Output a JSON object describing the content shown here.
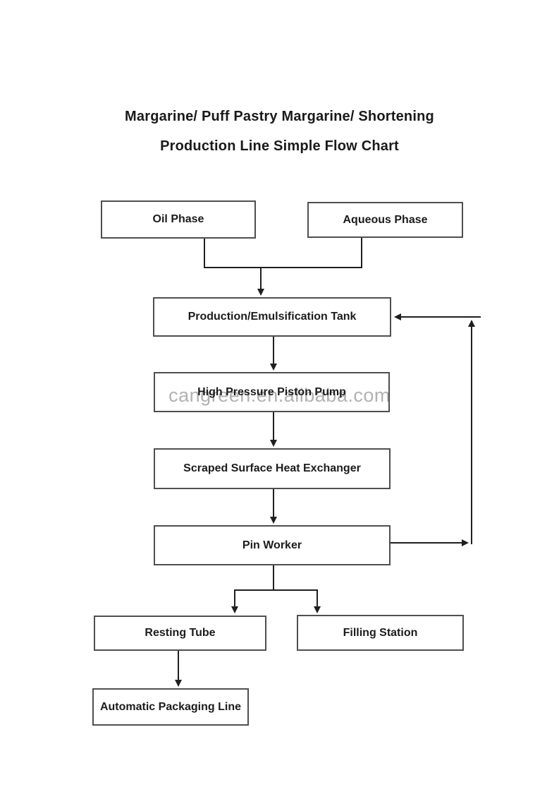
{
  "title": {
    "line1": "Margarine/ Puff Pastry Margarine/ Shortening",
    "line2": "Production Line Simple Flow Chart"
  },
  "watermark": {
    "text": "cangreen.en.alibaba.com"
  },
  "nodes": [
    {
      "id": "oil-phase",
      "label": "Oil Phase"
    },
    {
      "id": "aqueous-phase",
      "label": "Aqueous Phase"
    },
    {
      "id": "production-emulsification-tank",
      "label": "Production/Emulsification Tank"
    },
    {
      "id": "high-pressure-piston-pump",
      "label": "High Pressure Piston Pump"
    },
    {
      "id": "scraped-surface-heat-exchanger",
      "label": "Scraped Surface Heat Exchanger"
    },
    {
      "id": "pin-worker",
      "label": "Pin Worker"
    },
    {
      "id": "resting-tube",
      "label": "Resting Tube"
    },
    {
      "id": "filling-station",
      "label": "Filling Station"
    },
    {
      "id": "automatic-packaging-line",
      "label": "Automatic Packaging Line"
    }
  ],
  "edges": [
    {
      "from": "oil-phase",
      "to": "production-emulsification-tank",
      "arrow": true
    },
    {
      "from": "aqueous-phase",
      "to": "production-emulsification-tank",
      "arrow": true
    },
    {
      "from": "production-emulsification-tank",
      "to": "high-pressure-piston-pump",
      "arrow": true
    },
    {
      "from": "high-pressure-piston-pump",
      "to": "scraped-surface-heat-exchanger",
      "arrow": true
    },
    {
      "from": "scraped-surface-heat-exchanger",
      "to": "pin-worker",
      "arrow": true
    },
    {
      "from": "pin-worker",
      "to": "resting-tube",
      "arrow": true
    },
    {
      "from": "pin-worker",
      "to": "filling-station",
      "arrow": true
    },
    {
      "from": "pin-worker",
      "to": "production-emulsification-tank",
      "arrow": true,
      "type": "feedback-loop-right-side"
    },
    {
      "from": "resting-tube",
      "to": "automatic-packaging-line",
      "arrow": true
    }
  ],
  "colors": {
    "background": "#ffffff",
    "box_border": "#4f4f4f",
    "line": "#1f1f1f",
    "text": "#1a1a1a",
    "watermark": "#b2b2b2"
  }
}
